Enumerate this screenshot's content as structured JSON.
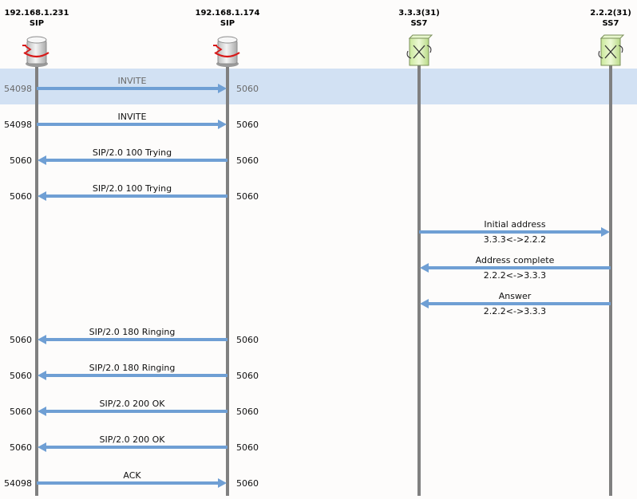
{
  "colors": {
    "lifeline": "#808080",
    "arrow": "#6f9fd4",
    "highlight": "#d2e1f3",
    "sip_icon": "#e9e9e9",
    "ss7_icon": "#dff5b8"
  },
  "nodes": [
    {
      "id": "n1",
      "address": "192.168.1.231",
      "protocol": "SIP",
      "icon": "sip-server-icon"
    },
    {
      "id": "n2",
      "address": "192.168.1.174",
      "protocol": "SIP",
      "icon": "sip-server-icon"
    },
    {
      "id": "n3",
      "address": "3.3.3(31)",
      "protocol": "SS7",
      "icon": "ss7-switch-icon"
    },
    {
      "id": "n4",
      "address": "2.2.2(31)",
      "protocol": "SS7",
      "icon": "ss7-switch-icon"
    }
  ],
  "messages": [
    {
      "label": "INVITE",
      "from": 0,
      "to": 1,
      "from_port": "54098",
      "to_port": "5060",
      "selected": true
    },
    {
      "label": "INVITE",
      "from": 0,
      "to": 1,
      "from_port": "54098",
      "to_port": "5060"
    },
    {
      "label": "SIP/2.0 100 Trying",
      "from": 1,
      "to": 0,
      "from_port": "5060",
      "to_port": "5060"
    },
    {
      "label": "SIP/2.0 100 Trying",
      "from": 1,
      "to": 0,
      "from_port": "5060",
      "to_port": "5060"
    },
    {
      "label": "Initial address",
      "sublabel": "3.3.3<->2.2.2",
      "from": 2,
      "to": 3
    },
    {
      "label": "Address complete",
      "sublabel": "2.2.2<->3.3.3",
      "from": 3,
      "to": 2
    },
    {
      "label": "Answer",
      "sublabel": "2.2.2<->3.3.3",
      "from": 3,
      "to": 2
    },
    {
      "label": "SIP/2.0 180 Ringing",
      "from": 1,
      "to": 0,
      "from_port": "5060",
      "to_port": "5060"
    },
    {
      "label": "SIP/2.0 180 Ringing",
      "from": 1,
      "to": 0,
      "from_port": "5060",
      "to_port": "5060"
    },
    {
      "label": "SIP/2.0 200 OK",
      "from": 1,
      "to": 0,
      "from_port": "5060",
      "to_port": "5060"
    },
    {
      "label": "SIP/2.0 200 OK",
      "from": 1,
      "to": 0,
      "from_port": "5060",
      "to_port": "5060"
    },
    {
      "label": "ACK",
      "from": 0,
      "to": 1,
      "from_port": "54098",
      "to_port": "5060"
    }
  ]
}
